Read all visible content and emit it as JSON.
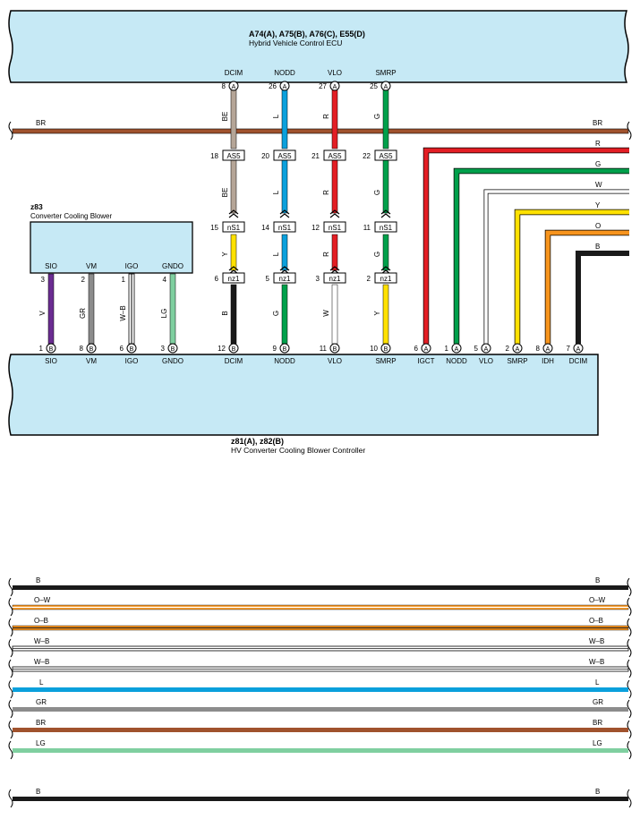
{
  "top_ecu": {
    "line1": "A74(A), A75(B), A76(C), E55(D)",
    "line2": "Hybrid Vehicle Control ECU"
  },
  "blower": {
    "code": "z83",
    "name": "Converter Cooling Blower"
  },
  "controller": {
    "line1": "z81(A), z82(B)",
    "line2": "HV Converter Cooling Blower Controller"
  },
  "bus_br": {
    "left_label": "BR",
    "right_label": "BR"
  },
  "ecu_pins": [
    {
      "name": "DCIM",
      "pin": "8",
      "letter": "A"
    },
    {
      "name": "NODD",
      "pin": "26",
      "letter": "A"
    },
    {
      "name": "VLO",
      "pin": "27",
      "letter": "A"
    },
    {
      "name": "SMRP",
      "pin": "25",
      "letter": "A"
    }
  ],
  "central_wires": [
    {
      "upper_color": "BE",
      "c1_pin": "18",
      "c1": "AS5",
      "mid_color": "BE",
      "c2_pin": "15",
      "c2": "nS1",
      "low_color": "Y",
      "c3_pin": "6",
      "c3": "nz1",
      "bottom_color": "B",
      "ctrl_pin": "12",
      "ctrl_letter": "B",
      "ctrl_name": "DCIM"
    },
    {
      "upper_color": "L",
      "c1_pin": "20",
      "c1": "AS5",
      "mid_color": "L",
      "c2_pin": "14",
      "c2": "nS1",
      "low_color": "L",
      "c3_pin": "5",
      "c3": "nz1",
      "bottom_color": "G",
      "ctrl_pin": "9",
      "ctrl_letter": "B",
      "ctrl_name": "NODD"
    },
    {
      "upper_color": "R",
      "c1_pin": "21",
      "c1": "AS5",
      "mid_color": "R",
      "c2_pin": "12",
      "c2": "nS1",
      "low_color": "R",
      "c3_pin": "3",
      "c3": "nz1",
      "bottom_color": "W",
      "ctrl_pin": "11",
      "ctrl_letter": "B",
      "ctrl_name": "VLO"
    },
    {
      "upper_color": "G",
      "c1_pin": "22",
      "c1": "AS5",
      "mid_color": "G",
      "c2_pin": "11",
      "c2": "nS1",
      "low_color": "G",
      "c3_pin": "2",
      "c3": "nz1",
      "bottom_color": "Y",
      "ctrl_pin": "10",
      "ctrl_letter": "B",
      "ctrl_name": "SMRP"
    }
  ],
  "blower_wires": [
    {
      "name": "SIO",
      "blower_pin": "3",
      "color": "V",
      "ctrl_pin": "1",
      "ctrl_letter": "B",
      "ctrl_name": "SIO"
    },
    {
      "name": "VM",
      "blower_pin": "2",
      "color": "GR",
      "ctrl_pin": "8",
      "ctrl_letter": "B",
      "ctrl_name": "VM"
    },
    {
      "name": "IGO",
      "blower_pin": "1",
      "color": "W–B",
      "ctrl_pin": "6",
      "ctrl_letter": "B",
      "ctrl_name": "IGO"
    },
    {
      "name": "GNDO",
      "blower_pin": "4",
      "color": "LG",
      "ctrl_pin": "3",
      "ctrl_letter": "B",
      "ctrl_name": "GNDO"
    }
  ],
  "right_wires": [
    {
      "color": "R",
      "ctrl_pin": "6",
      "ctrl_letter": "A",
      "ctrl_name": "IGCT"
    },
    {
      "color": "G",
      "ctrl_pin": "1",
      "ctrl_letter": "A",
      "ctrl_name": "NODD"
    },
    {
      "color": "W",
      "ctrl_pin": "5",
      "ctrl_letter": "A",
      "ctrl_name": "VLO"
    },
    {
      "color": "Y",
      "ctrl_pin": "2",
      "ctrl_letter": "A",
      "ctrl_name": "SMRP"
    },
    {
      "color": "O",
      "ctrl_pin": "8",
      "ctrl_letter": "A",
      "ctrl_name": "IDH"
    },
    {
      "color": "B",
      "ctrl_pin": "7",
      "ctrl_letter": "A",
      "ctrl_name": "DCIM"
    }
  ],
  "lower_lines": [
    {
      "left": "B",
      "right": "B"
    },
    {
      "left": "O–W",
      "right": "O–W"
    },
    {
      "left": "O–B",
      "right": "O–B"
    },
    {
      "left": "W–B",
      "right": "W–B"
    },
    {
      "left": "W–B",
      "right": "W–B"
    },
    {
      "left": "L",
      "right": "L"
    },
    {
      "left": "GR",
      "right": "GR"
    },
    {
      "left": "BR",
      "right": "BR"
    },
    {
      "left": "LG",
      "right": "LG"
    }
  ],
  "bottom_line": {
    "left": "B",
    "right": "B"
  },
  "colors": {
    "BR": "#a0522d",
    "BE": "#b5a597",
    "L": "#0aa0dc",
    "R": "#e31e24",
    "G": "#00a04b",
    "Y": "#ffe100",
    "B": "#1a1a1a",
    "W": "#ffffff",
    "V": "#6a2c91",
    "GR": "#8c8c8c",
    "LG": "#7fcfa0",
    "O": "#f7941d",
    "box_fill": "#c6e9f5"
  }
}
